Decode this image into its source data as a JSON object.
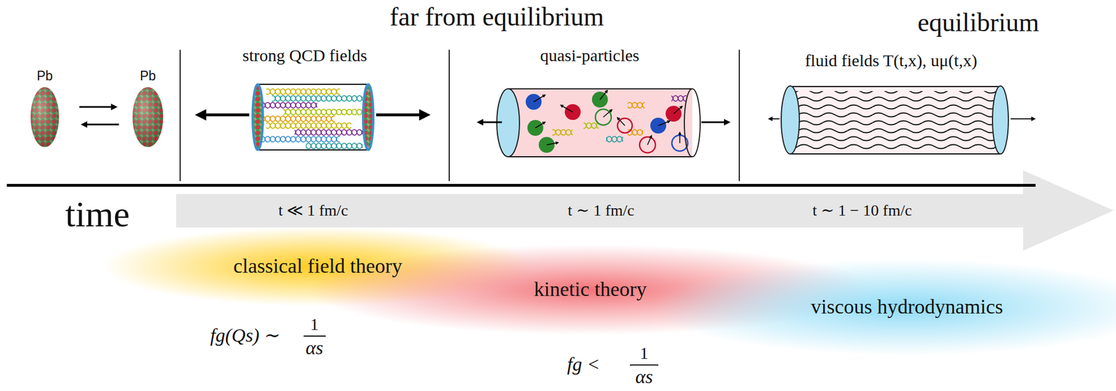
{
  "diagram": {
    "title": "far from equilibrium",
    "nodes": [
      {
        "text": [
          "t ≪ 1 fm/c",
          "t ∼ 1 fm/c",
          "t ∼ 1 − 10 fm/c"
        ]
      },
      {
        "text": [
          "classical field theory"
        ]
      },
      {
        "text": [
          "kinetic theory"
        ]
      },
      {
        "text": [
          "viscous hydrodynamics"
        ]
      }
    ],
    "labels": [
      "equilibrium",
      "Pb",
      "Pb",
      "strong QCD fields",
      "quasi-particles",
      "fluid fields T(t,x), uμ(t,x)",
      "time",
      "fg(Qs) ∼",
      "1",
      "αs",
      "fg <",
      "1",
      "αs"
    ]
  }
}
